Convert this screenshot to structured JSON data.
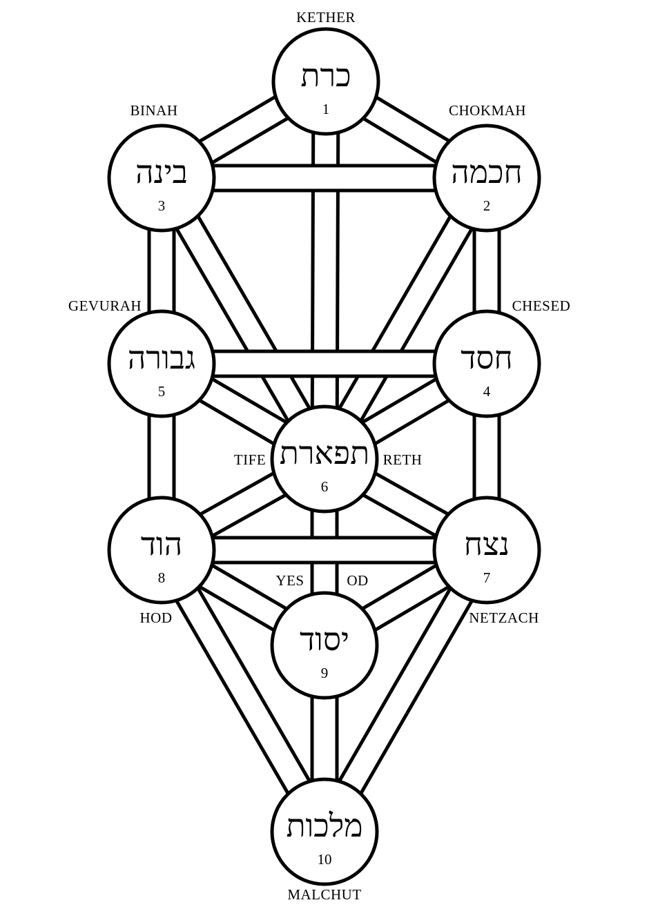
{
  "colors": {
    "line": "#000000",
    "fill": "#ffffff",
    "background": "#ffffff"
  },
  "sephirot": [
    {
      "id": "kether",
      "hebrew": "כרת",
      "number": "1",
      "name": "KETHER"
    },
    {
      "id": "chokmah",
      "hebrew": "חכמה",
      "number": "2",
      "name": "CHOKMAH"
    },
    {
      "id": "binah",
      "hebrew": "בינה",
      "number": "3",
      "name": "BINAH"
    },
    {
      "id": "chesed",
      "hebrew": "חסד",
      "number": "4",
      "name": "CHESED"
    },
    {
      "id": "gevurah",
      "hebrew": "גבורה",
      "number": "5",
      "name": "GEVURAH"
    },
    {
      "id": "tiferet",
      "hebrew": "תפארת",
      "number": "6",
      "name_left": "TIFE",
      "name_right": "RETH"
    },
    {
      "id": "netzach",
      "hebrew": "נצח",
      "number": "7",
      "name": "NETZACH"
    },
    {
      "id": "hod",
      "hebrew": "הוד",
      "number": "8",
      "name": "HOD"
    },
    {
      "id": "yesod",
      "hebrew": "יסוד",
      "number": "9",
      "name_left": "YES",
      "name_right": "OD"
    },
    {
      "id": "malchut",
      "hebrew": "מלכות",
      "number": "10",
      "name": "MALCHUT"
    }
  ],
  "paths": [
    [
      "kether",
      "chokmah"
    ],
    [
      "kether",
      "binah"
    ],
    [
      "kether",
      "tiferet"
    ],
    [
      "chokmah",
      "binah"
    ],
    [
      "chokmah",
      "chesed"
    ],
    [
      "chokmah",
      "tiferet"
    ],
    [
      "binah",
      "gevurah"
    ],
    [
      "binah",
      "tiferet"
    ],
    [
      "chesed",
      "gevurah"
    ],
    [
      "chesed",
      "tiferet"
    ],
    [
      "chesed",
      "netzach"
    ],
    [
      "gevurah",
      "tiferet"
    ],
    [
      "gevurah",
      "hod"
    ],
    [
      "tiferet",
      "netzach"
    ],
    [
      "tiferet",
      "hod"
    ],
    [
      "tiferet",
      "yesod"
    ],
    [
      "netzach",
      "hod"
    ],
    [
      "netzach",
      "yesod"
    ],
    [
      "netzach",
      "malchut"
    ],
    [
      "hod",
      "yesod"
    ],
    [
      "hod",
      "malchut"
    ],
    [
      "yesod",
      "malchut"
    ]
  ]
}
